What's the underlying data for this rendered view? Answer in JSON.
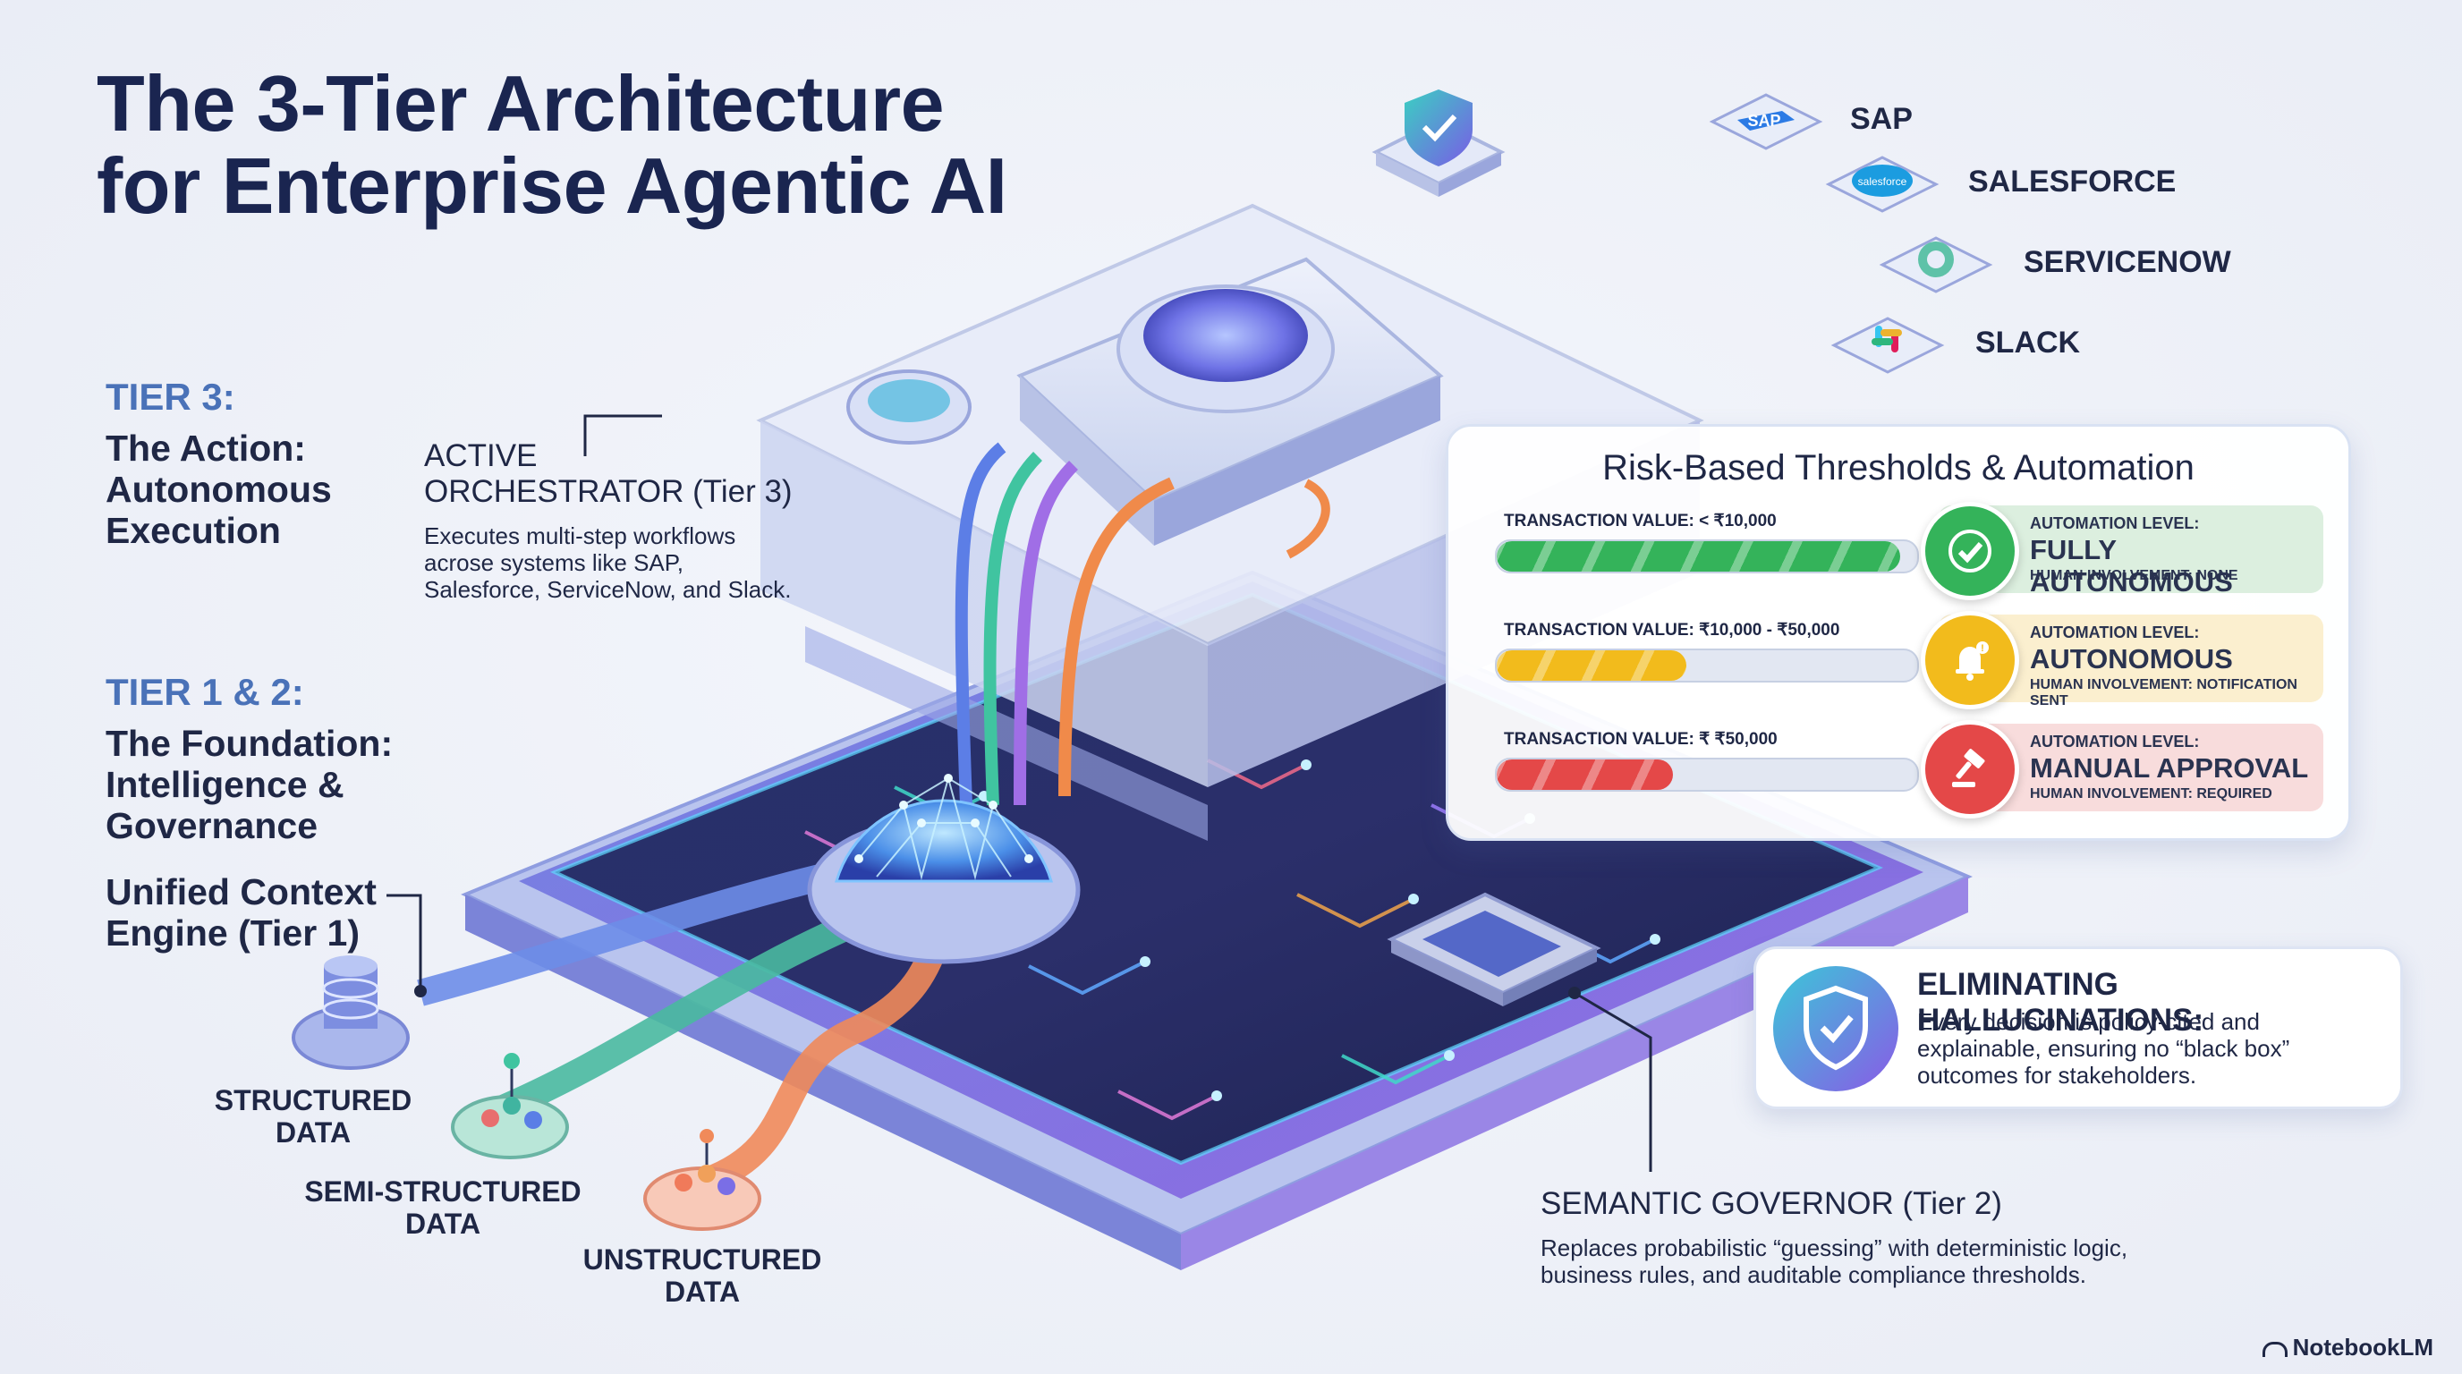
{
  "title": {
    "line1": "The 3-Tier Architecture",
    "line2": "for Enterprise Agentic AI"
  },
  "tier3": {
    "heading": "TIER 3:",
    "line1": "The Action:",
    "line2": "Autonomous",
    "line3": "Execution"
  },
  "tier12": {
    "heading": "TIER 1 & 2:",
    "line1": "The Foundation:",
    "line2": "Intelligence &",
    "line3": "Governance"
  },
  "unified": {
    "line1": "Unified Context",
    "line2": "Engine (Tier 1)"
  },
  "orchestrator": {
    "line1": "ACTIVE",
    "line2": "ORCHESTRATOR (Tier 3)",
    "desc1": "Executes multi-step workflows",
    "desc2": "acrose systems like SAP,",
    "desc3": "Salesforce, ServiceNow, and Slack."
  },
  "data_sources": [
    {
      "line1": "STRUCTURED",
      "line2": "DATA"
    },
    {
      "line1": "SEMI-STRUCTURED",
      "line2": "DATA"
    },
    {
      "line1": "UNSTRUCTURED",
      "line2": "DATA"
    }
  ],
  "governor": {
    "title": "SEMANTIC GOVERNOR (Tier 2)",
    "desc1": "Replaces probabilistic “guessing” with deterministic logic,",
    "desc2": "business rules, and auditable compliance thresholds."
  },
  "integrations": [
    {
      "name": "SAP",
      "icon_text": "SAP",
      "icon": "sap-logo"
    },
    {
      "name": "SALESFORCE",
      "icon_text": "salesforce",
      "icon": "salesforce-logo"
    },
    {
      "name": "SERVICENOW",
      "icon": "servicenow-logo"
    },
    {
      "name": "SLACK",
      "icon": "slack-logo"
    }
  ],
  "risk_panel": {
    "title": "Risk-Based Thresholds & Automation",
    "rows": [
      {
        "tx": "TRANSACTION VALUE: < ₹10,000",
        "fill": 0.96,
        "color": "#34b35a",
        "bg": "#dcefdf",
        "cap": "AUTOMATION LEVEL:",
        "level": "FULLY AUTONOMOUS",
        "human": "HUMAN INVOLVEMENT: NONE",
        "icon": "check-icon"
      },
      {
        "tx": "TRANSACTION VALUE: ₹10,000 - ₹50,000",
        "fill": 0.45,
        "color": "#f2bb1c",
        "bg": "#fbefcf",
        "cap": "AUTOMATION LEVEL:",
        "level": "AUTONOMOUS",
        "human": "HUMAN INVOLVEMENT: NOTIFICATION SENT",
        "icon": "bell-icon"
      },
      {
        "tx": "TRANSACTION VALUE: ₹ ₹50,000",
        "fill": 0.42,
        "color": "#e44848",
        "bg": "#f8dcdc",
        "cap": "AUTOMATION LEVEL:",
        "level": "MANUAL APPROVAL",
        "human": "HUMAN INVOLVEMENT: REQUIRED",
        "icon": "gavel-icon"
      }
    ]
  },
  "hallucinations": {
    "title": "ELIMINATING HALLUCINATIONS:",
    "line1": "Every decision is policy-cited and",
    "line2": "explainable, ensuring no “black box”",
    "line3": "outcomes for stakeholders."
  },
  "footer": {
    "brand": "NotebookLM"
  }
}
